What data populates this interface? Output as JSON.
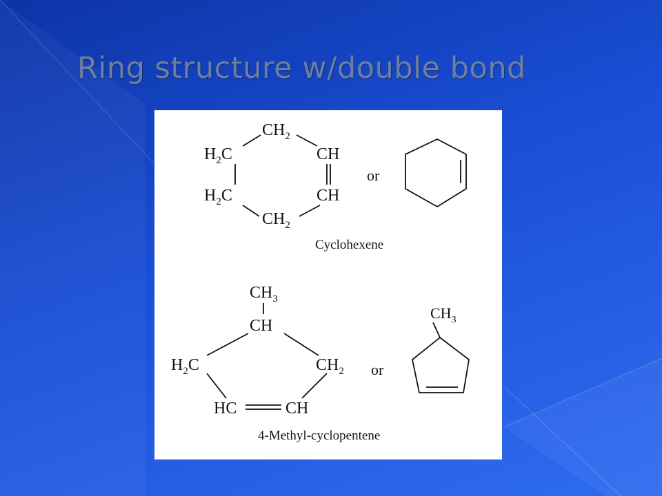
{
  "slide": {
    "title": "Ring structure w/double bond"
  },
  "cyclohexene": {
    "groups": {
      "top": "CH",
      "top_sub": "2",
      "upper_left": "H",
      "upper_left_sub": "2",
      "upper_left_c": "C",
      "upper_right": "CH",
      "lower_left": "H",
      "lower_left_sub": "2",
      "lower_left_c": "C",
      "lower_right": "CH",
      "bottom": "CH",
      "bottom_sub": "2"
    },
    "or_label": "or",
    "name": "Cyclohexene"
  },
  "methylcyclopentene": {
    "groups": {
      "methyl": "CH",
      "methyl_sub": "3",
      "top": "CH",
      "left": "H",
      "left_sub": "2",
      "left_c": "C",
      "right": "CH",
      "right_sub": "2",
      "bottom_left": "HC",
      "bottom_right": "CH"
    },
    "or_label": "or",
    "skeletal_methyl": "CH",
    "skeletal_methyl_sub": "3",
    "name": "4-Methyl-cyclopentene"
  }
}
